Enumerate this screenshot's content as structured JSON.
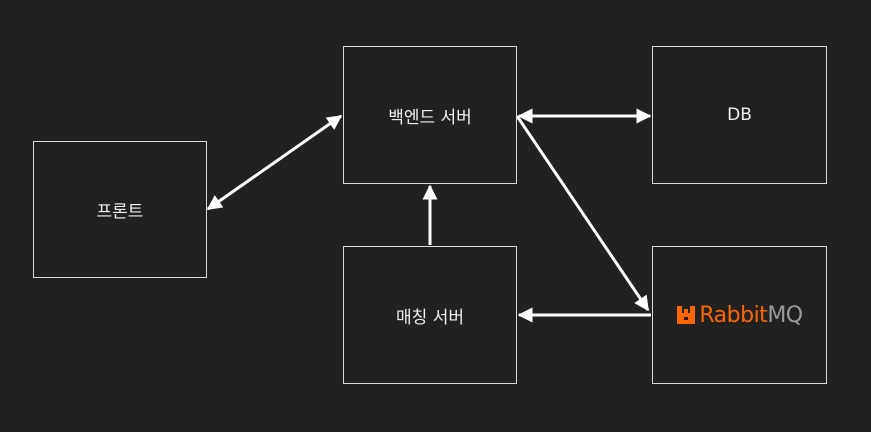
{
  "nodes": {
    "front": "프론트",
    "backend": "백엔드 서버",
    "db": "DB",
    "match": "매칭 서버",
    "rabbitmq": {
      "logo_part1": "Rabbit",
      "logo_part2": "MQ",
      "logo_color_primary": "#ff6600",
      "logo_color_secondary": "#9a9a9a"
    }
  },
  "edges": [
    {
      "from": "front",
      "to": "backend",
      "direction": "both"
    },
    {
      "from": "backend",
      "to": "db",
      "direction": "both"
    },
    {
      "from": "backend",
      "to": "rabbitmq",
      "direction": "forward"
    },
    {
      "from": "match",
      "to": "backend",
      "direction": "forward"
    },
    {
      "from": "rabbitmq",
      "to": "match",
      "direction": "forward"
    }
  ],
  "colors": {
    "background": "#212121",
    "box_border": "#d9d9d9",
    "text": "#f0f0f0",
    "edge": "#ffffff"
  }
}
